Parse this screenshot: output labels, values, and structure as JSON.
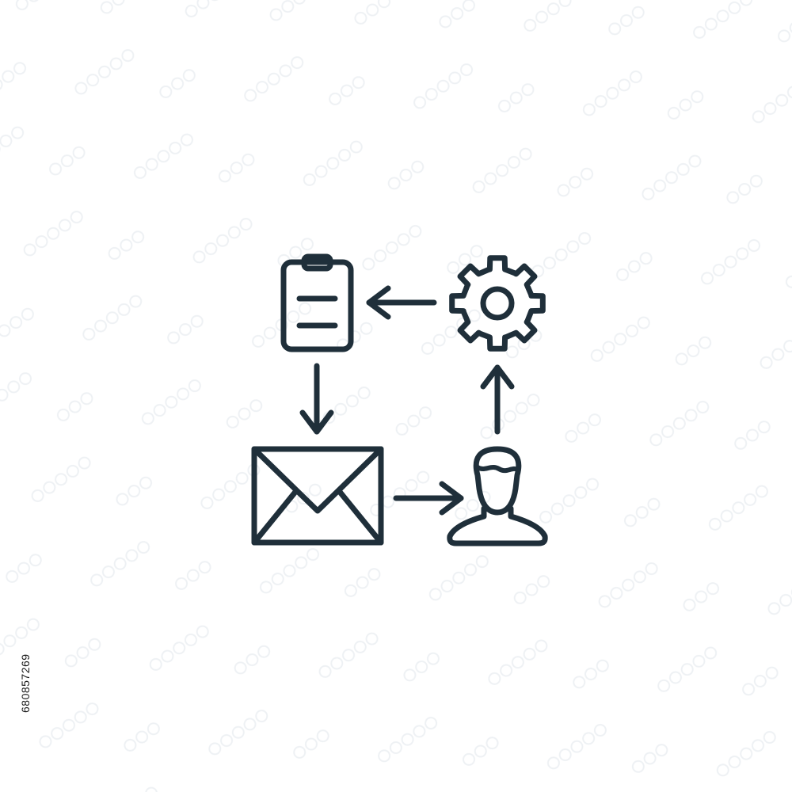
{
  "colors": {
    "background": "#ffffff",
    "icon_stroke": "#1f2f3a",
    "watermark": "#eef1f4"
  },
  "diagram": {
    "nodes": [
      {
        "id": "clipboard",
        "icon": "clipboard-icon"
      },
      {
        "id": "gear",
        "icon": "gear-icon"
      },
      {
        "id": "envelope",
        "icon": "envelope-icon"
      },
      {
        "id": "person",
        "icon": "person-icon"
      }
    ],
    "edges": [
      {
        "from": "gear",
        "to": "clipboard"
      },
      {
        "from": "clipboard",
        "to": "envelope"
      },
      {
        "from": "envelope",
        "to": "person"
      },
      {
        "from": "person",
        "to": "gear"
      }
    ]
  },
  "stock_id": "680857269"
}
